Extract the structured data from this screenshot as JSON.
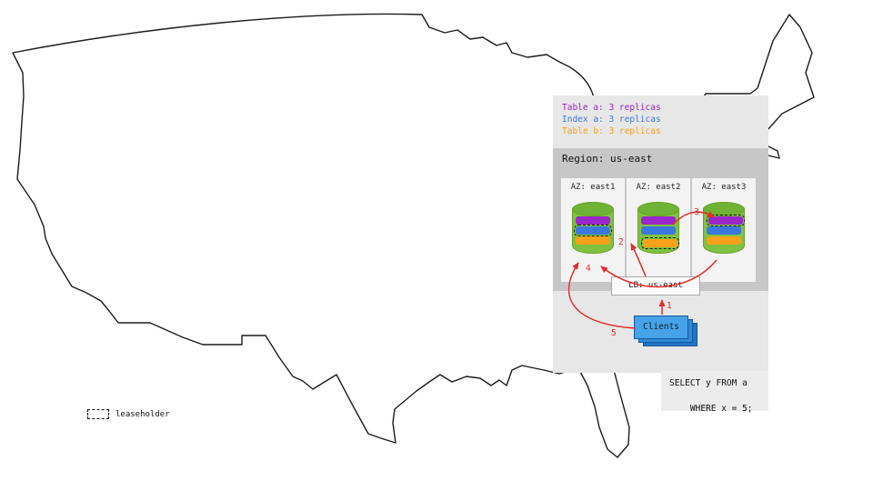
{
  "panel_legend": {
    "table_a": "Table a: 3 replicas",
    "index_a": "Index a: 3 replicas",
    "table_b": "Table b: 3 replicas"
  },
  "region": {
    "label": "Region: us-east"
  },
  "azs": [
    {
      "label": "AZ: east1",
      "leaseholder_range": "Index a"
    },
    {
      "label": "AZ: east2",
      "leaseholder_range": "Table b"
    },
    {
      "label": "AZ: east3",
      "leaseholder_range": "Table a"
    }
  ],
  "load_balancer": {
    "label": "LB: us-east"
  },
  "clients": {
    "label": "Clients"
  },
  "sql_query": {
    "line1": "SELECT y FROM a",
    "line2": "WHERE x = 5;"
  },
  "steps": [
    "1",
    "2",
    "3",
    "4",
    "5"
  ],
  "leaseholder_legend": {
    "label": "leaseholder"
  },
  "colors": {
    "table_a_purple": "#9B26C9",
    "index_a_blue": "#3B78DE",
    "table_b_orange": "#F9A11B",
    "arrow_red": "#E62B2B",
    "node_green": "#7FC241",
    "clients_blue": "#47A3E8",
    "panel_gray": "#E7E7E7",
    "region_gray": "#C7C7C7"
  }
}
